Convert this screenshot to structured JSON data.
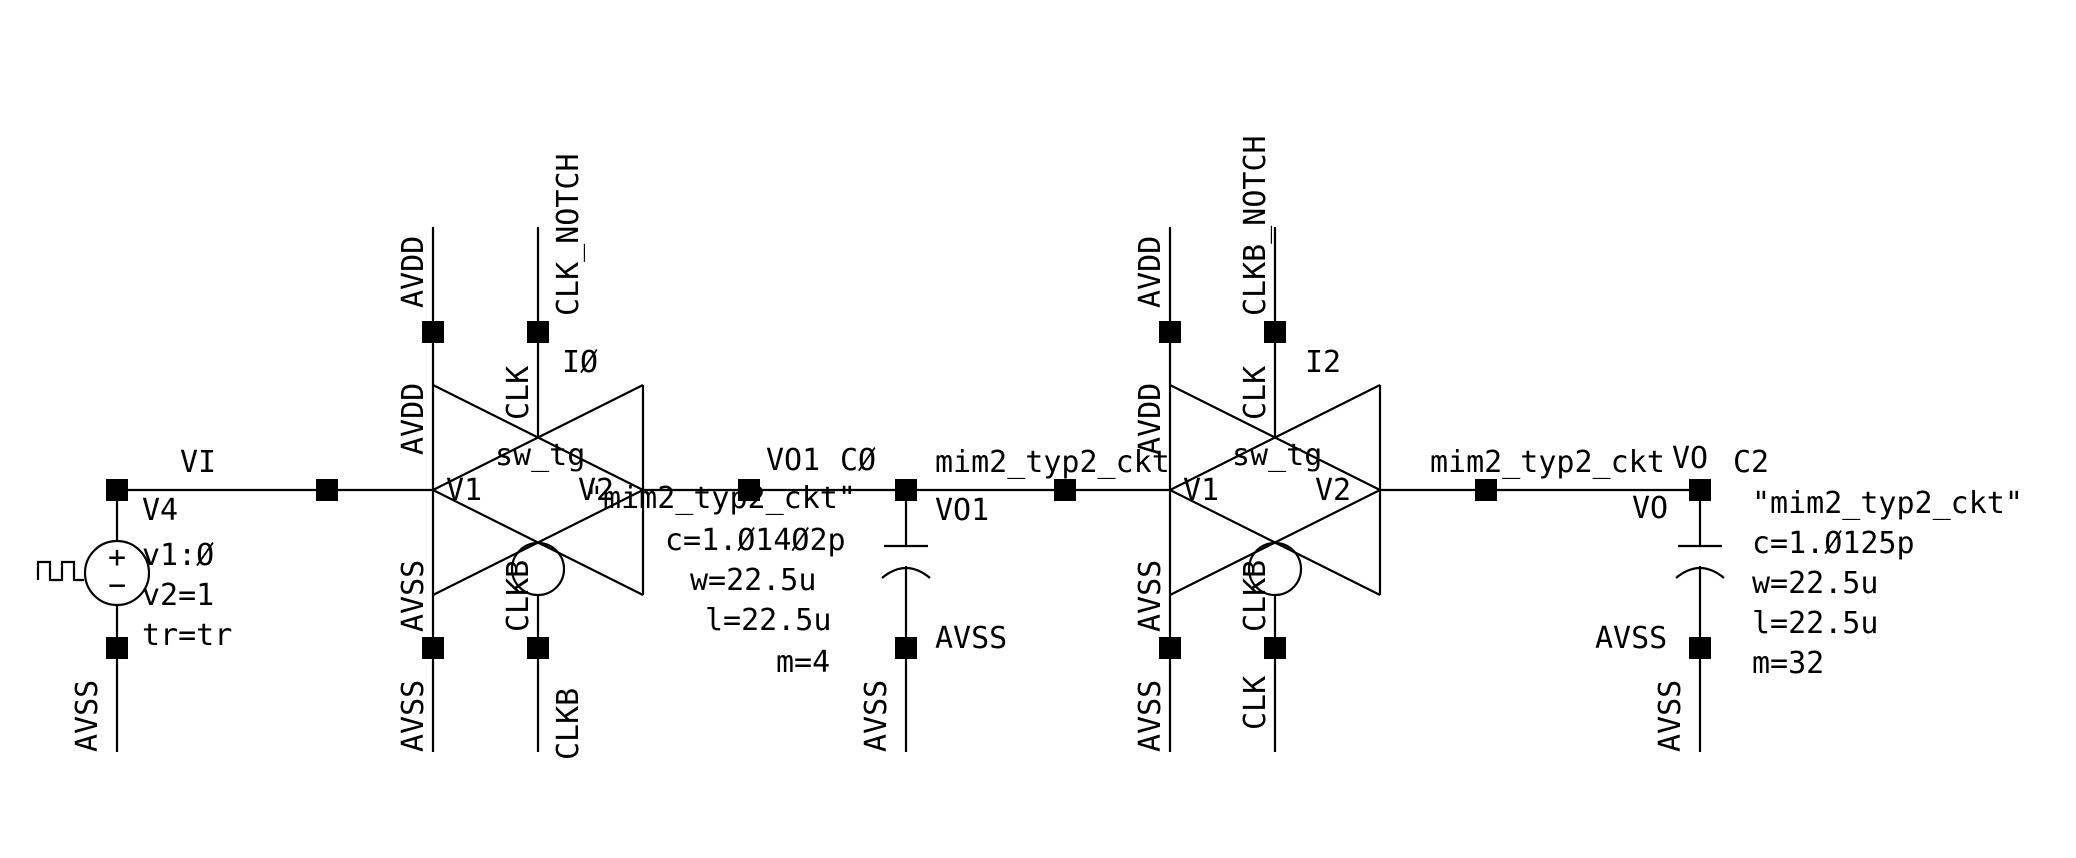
{
  "source": {
    "instance": "V4",
    "params": [
      "v1:Ø",
      "v2=1",
      "tr=tr"
    ],
    "plus": "+",
    "minus": "−",
    "gnd": "AVSS"
  },
  "nets": {
    "vi": "VI",
    "vo1": "VO1",
    "vo1_pin": "VO1",
    "vo": "VO",
    "vo_pin": "VO",
    "mid_label": "mim2_typ2_ckt",
    "out_label": "mim2_typ2_ckt"
  },
  "switch1": {
    "instance": "IØ",
    "cell": "sw_tg",
    "pin_v1": "V1",
    "pin_v2": "V2",
    "pin_clk": "CLK",
    "pin_clkb": "CLKB",
    "pin_avdd": "AVDD",
    "pin_avss": "AVSS",
    "net_top_left": "AVDD",
    "net_top_right": "CLK_NOTCH",
    "net_bot_left": "AVSS",
    "net_bot_right": "CLKB"
  },
  "switch2": {
    "instance": "I2",
    "cell": "sw_tg",
    "pin_v1": "V1",
    "pin_v2": "V2",
    "pin_clk": "CLK",
    "pin_clkb": "CLKB",
    "pin_avdd": "AVDD",
    "pin_avss": "AVSS",
    "net_top_left": "AVDD",
    "net_top_right": "CLKB_NOTCH",
    "net_bot_left": "AVSS",
    "net_bot_right": "CLK"
  },
  "cap1": {
    "instance": "CØ",
    "model": "\"mim2_typ2_ckt\"",
    "params": [
      "c=1.Ø14Ø2p",
      "w=22.5u",
      "l=22.5u",
      "m=4"
    ],
    "gnd_pin": "AVSS",
    "gnd_net": "AVSS"
  },
  "cap2": {
    "instance": "C2",
    "model": "\"mim2_typ2_ckt\"",
    "params": [
      "c=1.Ø125p",
      "w=22.5u",
      "l=22.5u",
      "m=32"
    ],
    "gnd_pin": "AVSS",
    "gnd_net": "AVSS"
  }
}
